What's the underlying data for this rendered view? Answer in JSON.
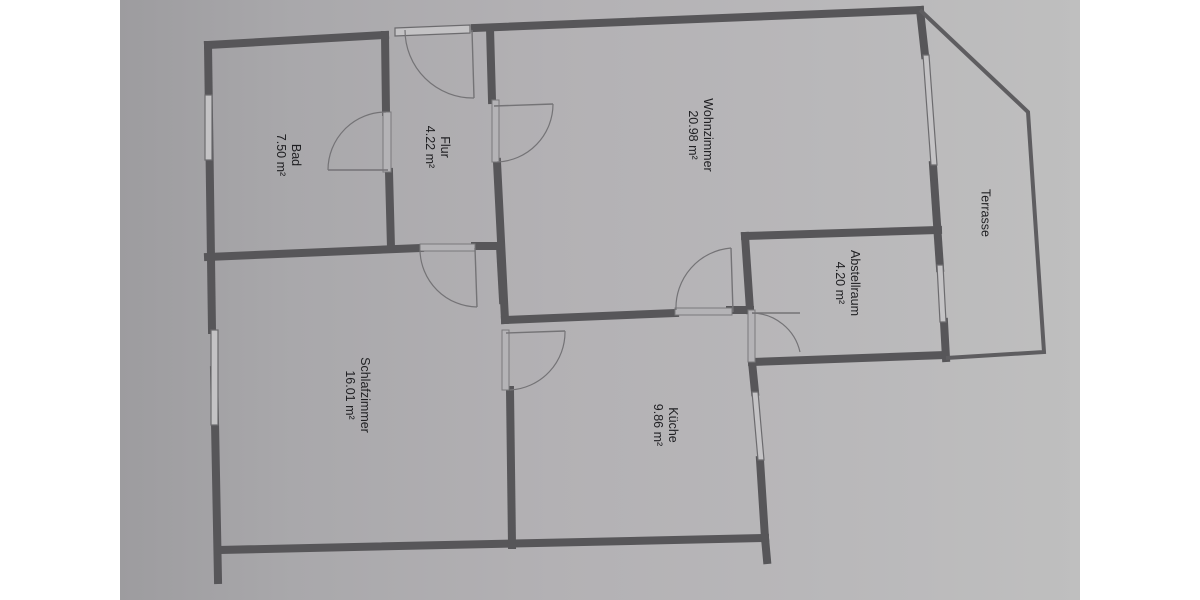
{
  "plan": {
    "orientation": "rotated 90° clockwise (text reads top-to-bottom)",
    "colors": {
      "background_outside": "#ffffff",
      "paper": "#b3b1b4",
      "walls": "#575659",
      "text": "#1f1f22"
    },
    "rooms": [
      {
        "id": "bad",
        "name": "Bad",
        "area": "7.50 m²"
      },
      {
        "id": "flur",
        "name": "Flur",
        "area": "4.22 m²"
      },
      {
        "id": "wohnzimmer",
        "name": "Wohnzimmer",
        "area": "20.98 m²"
      },
      {
        "id": "terrasse",
        "name": "Terrasse",
        "area": ""
      },
      {
        "id": "abstellraum",
        "name": "Abstellraum",
        "area": "4.20 m²"
      },
      {
        "id": "schlafzimmer",
        "name": "Schlafzimmer",
        "area": "16.01 m²"
      },
      {
        "id": "kueche",
        "name": "Küche",
        "area": "9.86 m²"
      }
    ]
  }
}
